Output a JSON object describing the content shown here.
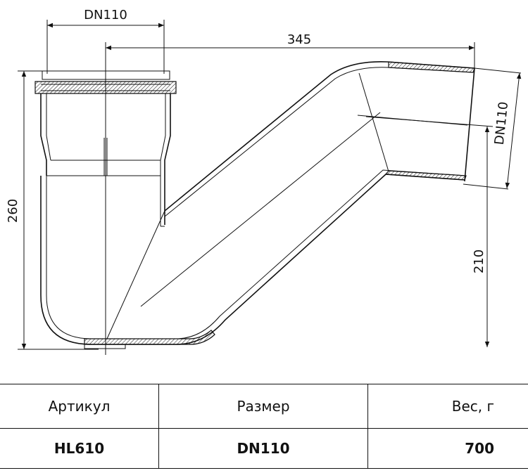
{
  "drawing": {
    "dim_top_width": "DN110",
    "dim_length": "345",
    "dim_height": "260",
    "dim_outlet": "DN110",
    "dim_outlet_height": "210"
  },
  "table": {
    "headers": [
      "Артикул",
      "Размер",
      "Вес, г"
    ],
    "rows": [
      [
        "HL610",
        "DN110",
        "700"
      ]
    ]
  }
}
